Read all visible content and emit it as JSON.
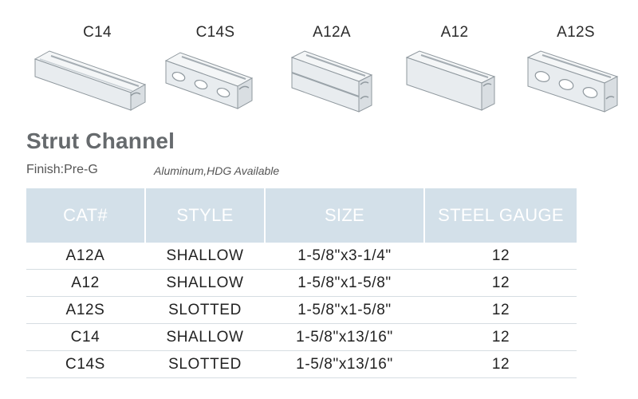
{
  "products": [
    {
      "label": "C14",
      "icon": "c14-channel-icon"
    },
    {
      "label": "C14S",
      "icon": "c14s-slotted-channel-icon"
    },
    {
      "label": "A12A",
      "icon": "a12a-back-to-back-channel-icon"
    },
    {
      "label": "A12",
      "icon": "a12-channel-icon"
    },
    {
      "label": "A12S",
      "icon": "a12s-slotted-channel-icon"
    }
  ],
  "title": "Strut Channel",
  "finish": "Finish:Pre-G",
  "availability": "Aluminum,HDG Available",
  "table": {
    "headers": [
      "CAT#",
      "STYLE",
      "SIZE",
      "STEEL GAUGE"
    ],
    "rows": [
      [
        "A12A",
        "SHALLOW",
        "1-5/8\"x3-1/4\"",
        "12"
      ],
      [
        "A12",
        "SHALLOW",
        "1-5/8\"x1-5/8\"",
        "12"
      ],
      [
        "A12S",
        "SLOTTED",
        "1-5/8\"x1-5/8\"",
        "12"
      ],
      [
        "C14",
        "SHALLOW",
        "1-5/8\"x13/16\"",
        "12"
      ],
      [
        "C14S",
        "SLOTTED",
        "1-5/8\"x13/16\"",
        "12"
      ]
    ]
  },
  "colors": {
    "header_bg": "#d3e0e9",
    "header_text": "#ffffff",
    "title": "#666a6d",
    "metal_light": "#eef1f3",
    "metal_shadow": "#9aa3a9"
  }
}
